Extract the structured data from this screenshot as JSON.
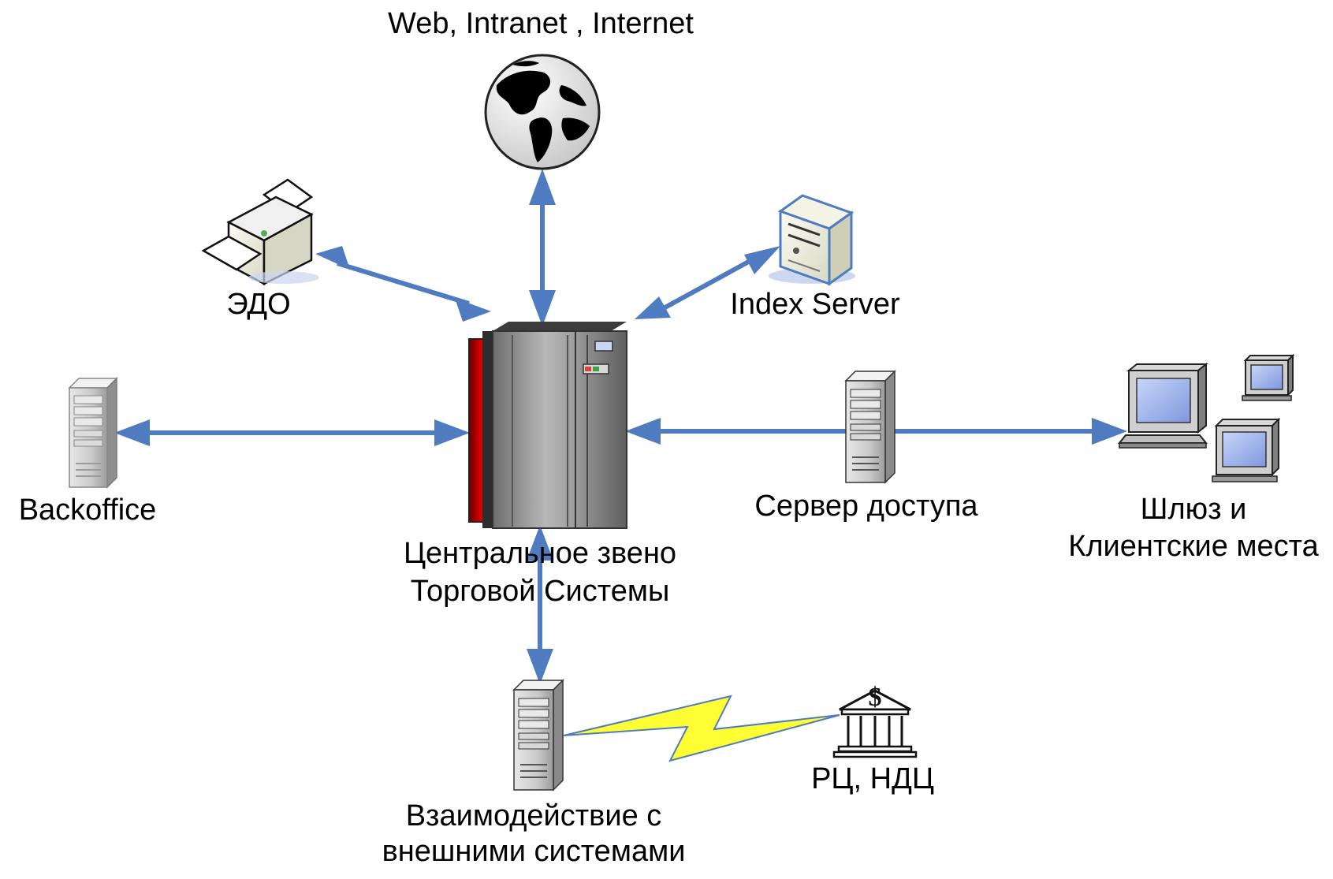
{
  "nodes": {
    "web": {
      "label": "Web, Intranet , Internet",
      "icon": "globe-icon"
    },
    "edo": {
      "label": "ЭДО",
      "icon": "printer-icon"
    },
    "index_server": {
      "label": "Index Server",
      "icon": "server-icon"
    },
    "backoffice": {
      "label": "Backoffice",
      "icon": "server-tower-icon"
    },
    "central": {
      "line1": "Центральное звено",
      "line2": "Торговой Системы",
      "icon": "mainframe-icon"
    },
    "access_server": {
      "label": "Сервер доступа",
      "icon": "server-tower-icon"
    },
    "clients": {
      "line1": "Шлюз и",
      "line2": "Клиентские места",
      "icon": "workstation-icon"
    },
    "external": {
      "line1": "Взаимодействие с",
      "line2": "внешними системами",
      "icon": "server-tower-icon"
    },
    "rc_ndc": {
      "label": "РЦ, НДЦ",
      "icon": "bank-icon"
    }
  },
  "colors": {
    "arrow": "#4f7bc0",
    "bolt": "#ffff33",
    "mainframe_red": "#c00000",
    "globe_land": "#000000",
    "globe_sea": "#ffffff",
    "monitor_screen": "#a9bff0"
  }
}
